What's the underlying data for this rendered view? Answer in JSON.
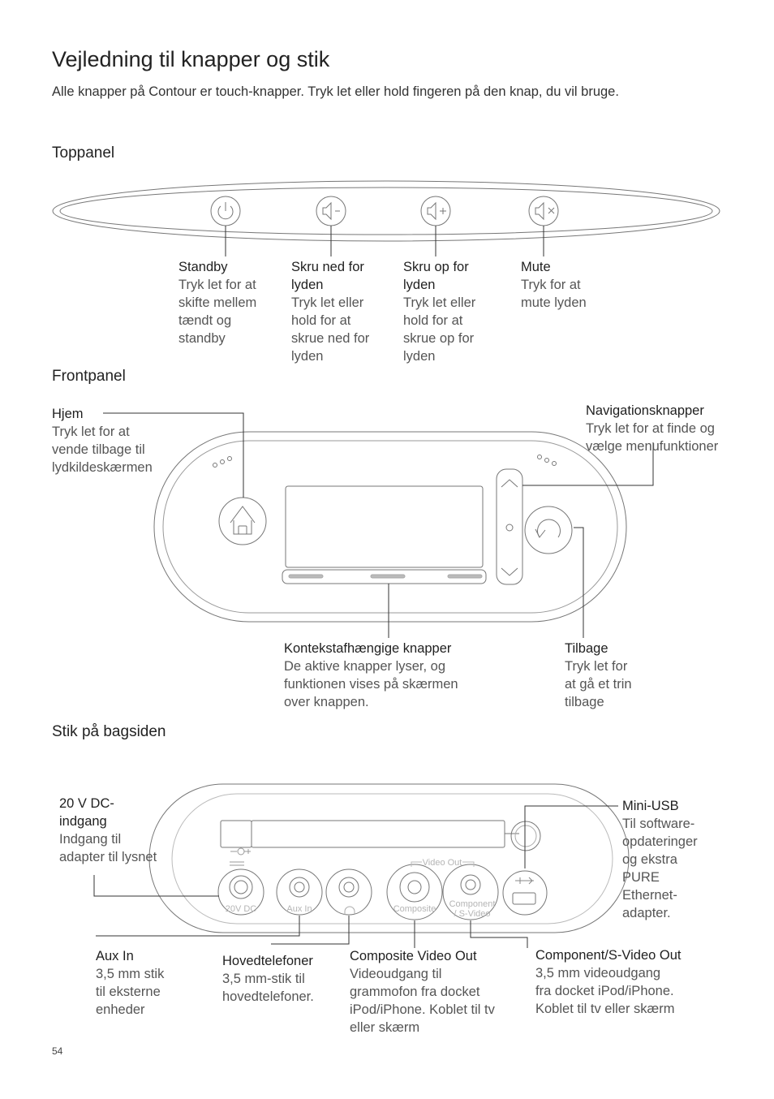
{
  "title": "Vejledning til knapper og stik",
  "intro": "Alle knapper på Contour er touch-knapper. Tryk let eller hold fingeren på den knap, du vil bruge.",
  "sections": {
    "top": "Toppanel",
    "front": "Frontpanel",
    "back": "Stik på bagsiden"
  },
  "top_panel": {
    "standby": {
      "title": "Standby",
      "desc": "Tryk let for at\nskifte mellem\ntændt og\nstandby"
    },
    "vol_down": {
      "title": "Skru ned for\nlyden",
      "desc": "Tryk let eller\nhold for at\nskrue ned for\nlyden"
    },
    "vol_up": {
      "title": "Skru op for\nlyden",
      "desc": "Tryk let eller\nhold for at\nskrue op for\nlyden"
    },
    "mute": {
      "title": "Mute",
      "desc": "Tryk for at\nmute lyden"
    }
  },
  "front_panel": {
    "home": {
      "title": "Hjem",
      "desc": "Tryk let for at\nvende tilbage til\nlydkildeskærmen"
    },
    "nav": {
      "title": "Navigationsknapper",
      "desc": "Tryk let for at finde og\nvælge menufunktioner"
    },
    "context": {
      "title": "Kontekstafhængige knapper",
      "desc": "De aktive knapper lyser, og\nfunktionen vises på skærmen\nover knappen."
    },
    "back": {
      "title": "Tilbage",
      "desc": "Tryk let for\nat gå et trin\ntilbage"
    }
  },
  "back_panel": {
    "dc": {
      "title": "20 V DC-\nindgang",
      "desc": "Indgang til\nadapter til lysnet"
    },
    "usb": {
      "title": "Mini-USB",
      "desc": "Til software-\nopdateringer\nog ekstra\nPURE\nEthernet-\nadapter."
    },
    "aux": {
      "title": "Aux In",
      "desc": "3,5 mm stik\ntil eksterne\nenheder"
    },
    "headphones": {
      "title": "Hovedtelefoner",
      "desc": "3,5 mm-stik til\nhovedtelefoner."
    },
    "composite": {
      "title": "Composite Video Out",
      "desc": "Videoudgang til\ngrammofon fra docket\niPod/iPhone. Koblet til tv\neller skærm"
    },
    "component": {
      "title": "Component/S-Video Out",
      "desc": "3,5 mm videoudgang\nfra docket iPod/iPhone.\nKoblet til tv eller skærm"
    },
    "jack_labels": {
      "dc": "20V DC",
      "aux": "Aux In",
      "composite": "Composite",
      "component_1": "Component",
      "component_2": "/ S-Video",
      "video_out": "Video Out"
    }
  },
  "page_number": "54",
  "icons": [
    "power-icon",
    "volume-down-icon",
    "volume-up-icon",
    "mute-icon",
    "home-icon",
    "back-arrow-icon",
    "chevron-up-icon",
    "chevron-down-icon",
    "headphones-icon",
    "usb-icon",
    "dc-polarity-icon"
  ]
}
